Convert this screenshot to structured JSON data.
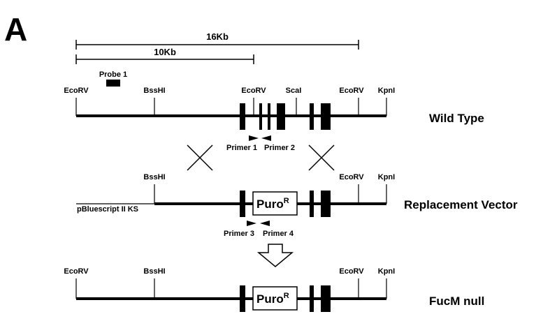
{
  "panel_label": "A",
  "scale": {
    "long": "16Kb",
    "short": "10Kb"
  },
  "probe": "Probe 1",
  "wild_type": {
    "title": "Wild Type",
    "sites": [
      "EcoRV",
      "BssHI",
      "EcoRV",
      "ScaI",
      "EcoRV",
      "KpnI"
    ]
  },
  "primers_wt": [
    "Primer 1",
    "Primer 2"
  ],
  "replacement_vector": {
    "title": "Replacement Vector",
    "sites": [
      "BssHI",
      "EcoRV",
      "KpnI"
    ],
    "backbone": "pBluescript II KS",
    "cassette": "Puro",
    "cassette_sup": "R"
  },
  "primers_rv": [
    "Primer 3",
    "Primer 4"
  ],
  "null_allele": {
    "title": "FucM null",
    "sites": [
      "EcoRV",
      "BssHI",
      "EcoRV",
      "KpnI"
    ],
    "cassette": "Puro",
    "cassette_sup": "R"
  },
  "colors": {
    "line": "#000000",
    "background": "#ffffff"
  }
}
